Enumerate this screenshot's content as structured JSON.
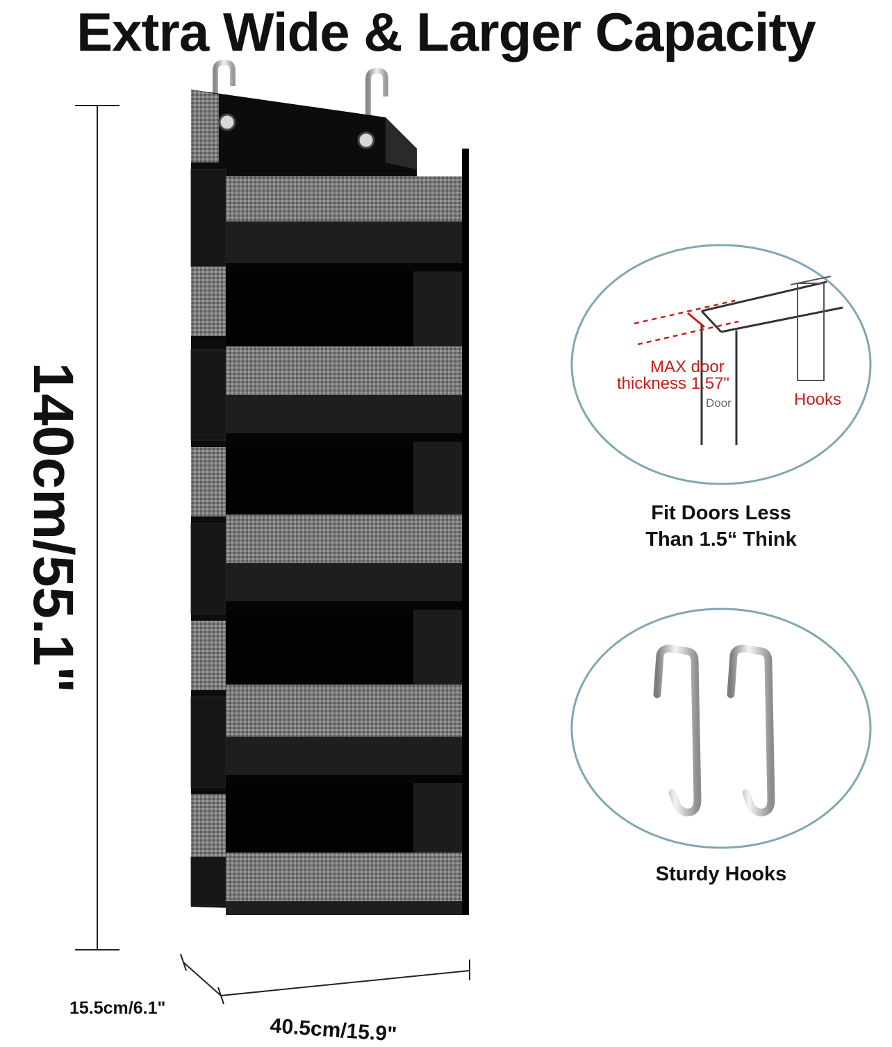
{
  "headline": "Extra Wide & Larger Capacity",
  "dimensions": {
    "height": "140cm/55.1\"",
    "depth": "15.5cm/6.1\"",
    "width": "40.5cm/15.9\""
  },
  "door_diagram": {
    "max_label_line1": "MAX door",
    "max_label_line2": "thickness 1.57\"",
    "door_label": "Door",
    "hooks_label": "Hooks",
    "caption_line1": "Fit Doors Less",
    "caption_line2": "Than 1.5“ Think"
  },
  "hooks_detail": {
    "caption": "Sturdy Hooks"
  },
  "colors": {
    "organizer": "#0d0d0d",
    "linen": "#7c7c7c",
    "circle_border": "#7fa7b3",
    "annotation_red": "#cc1b1b"
  }
}
